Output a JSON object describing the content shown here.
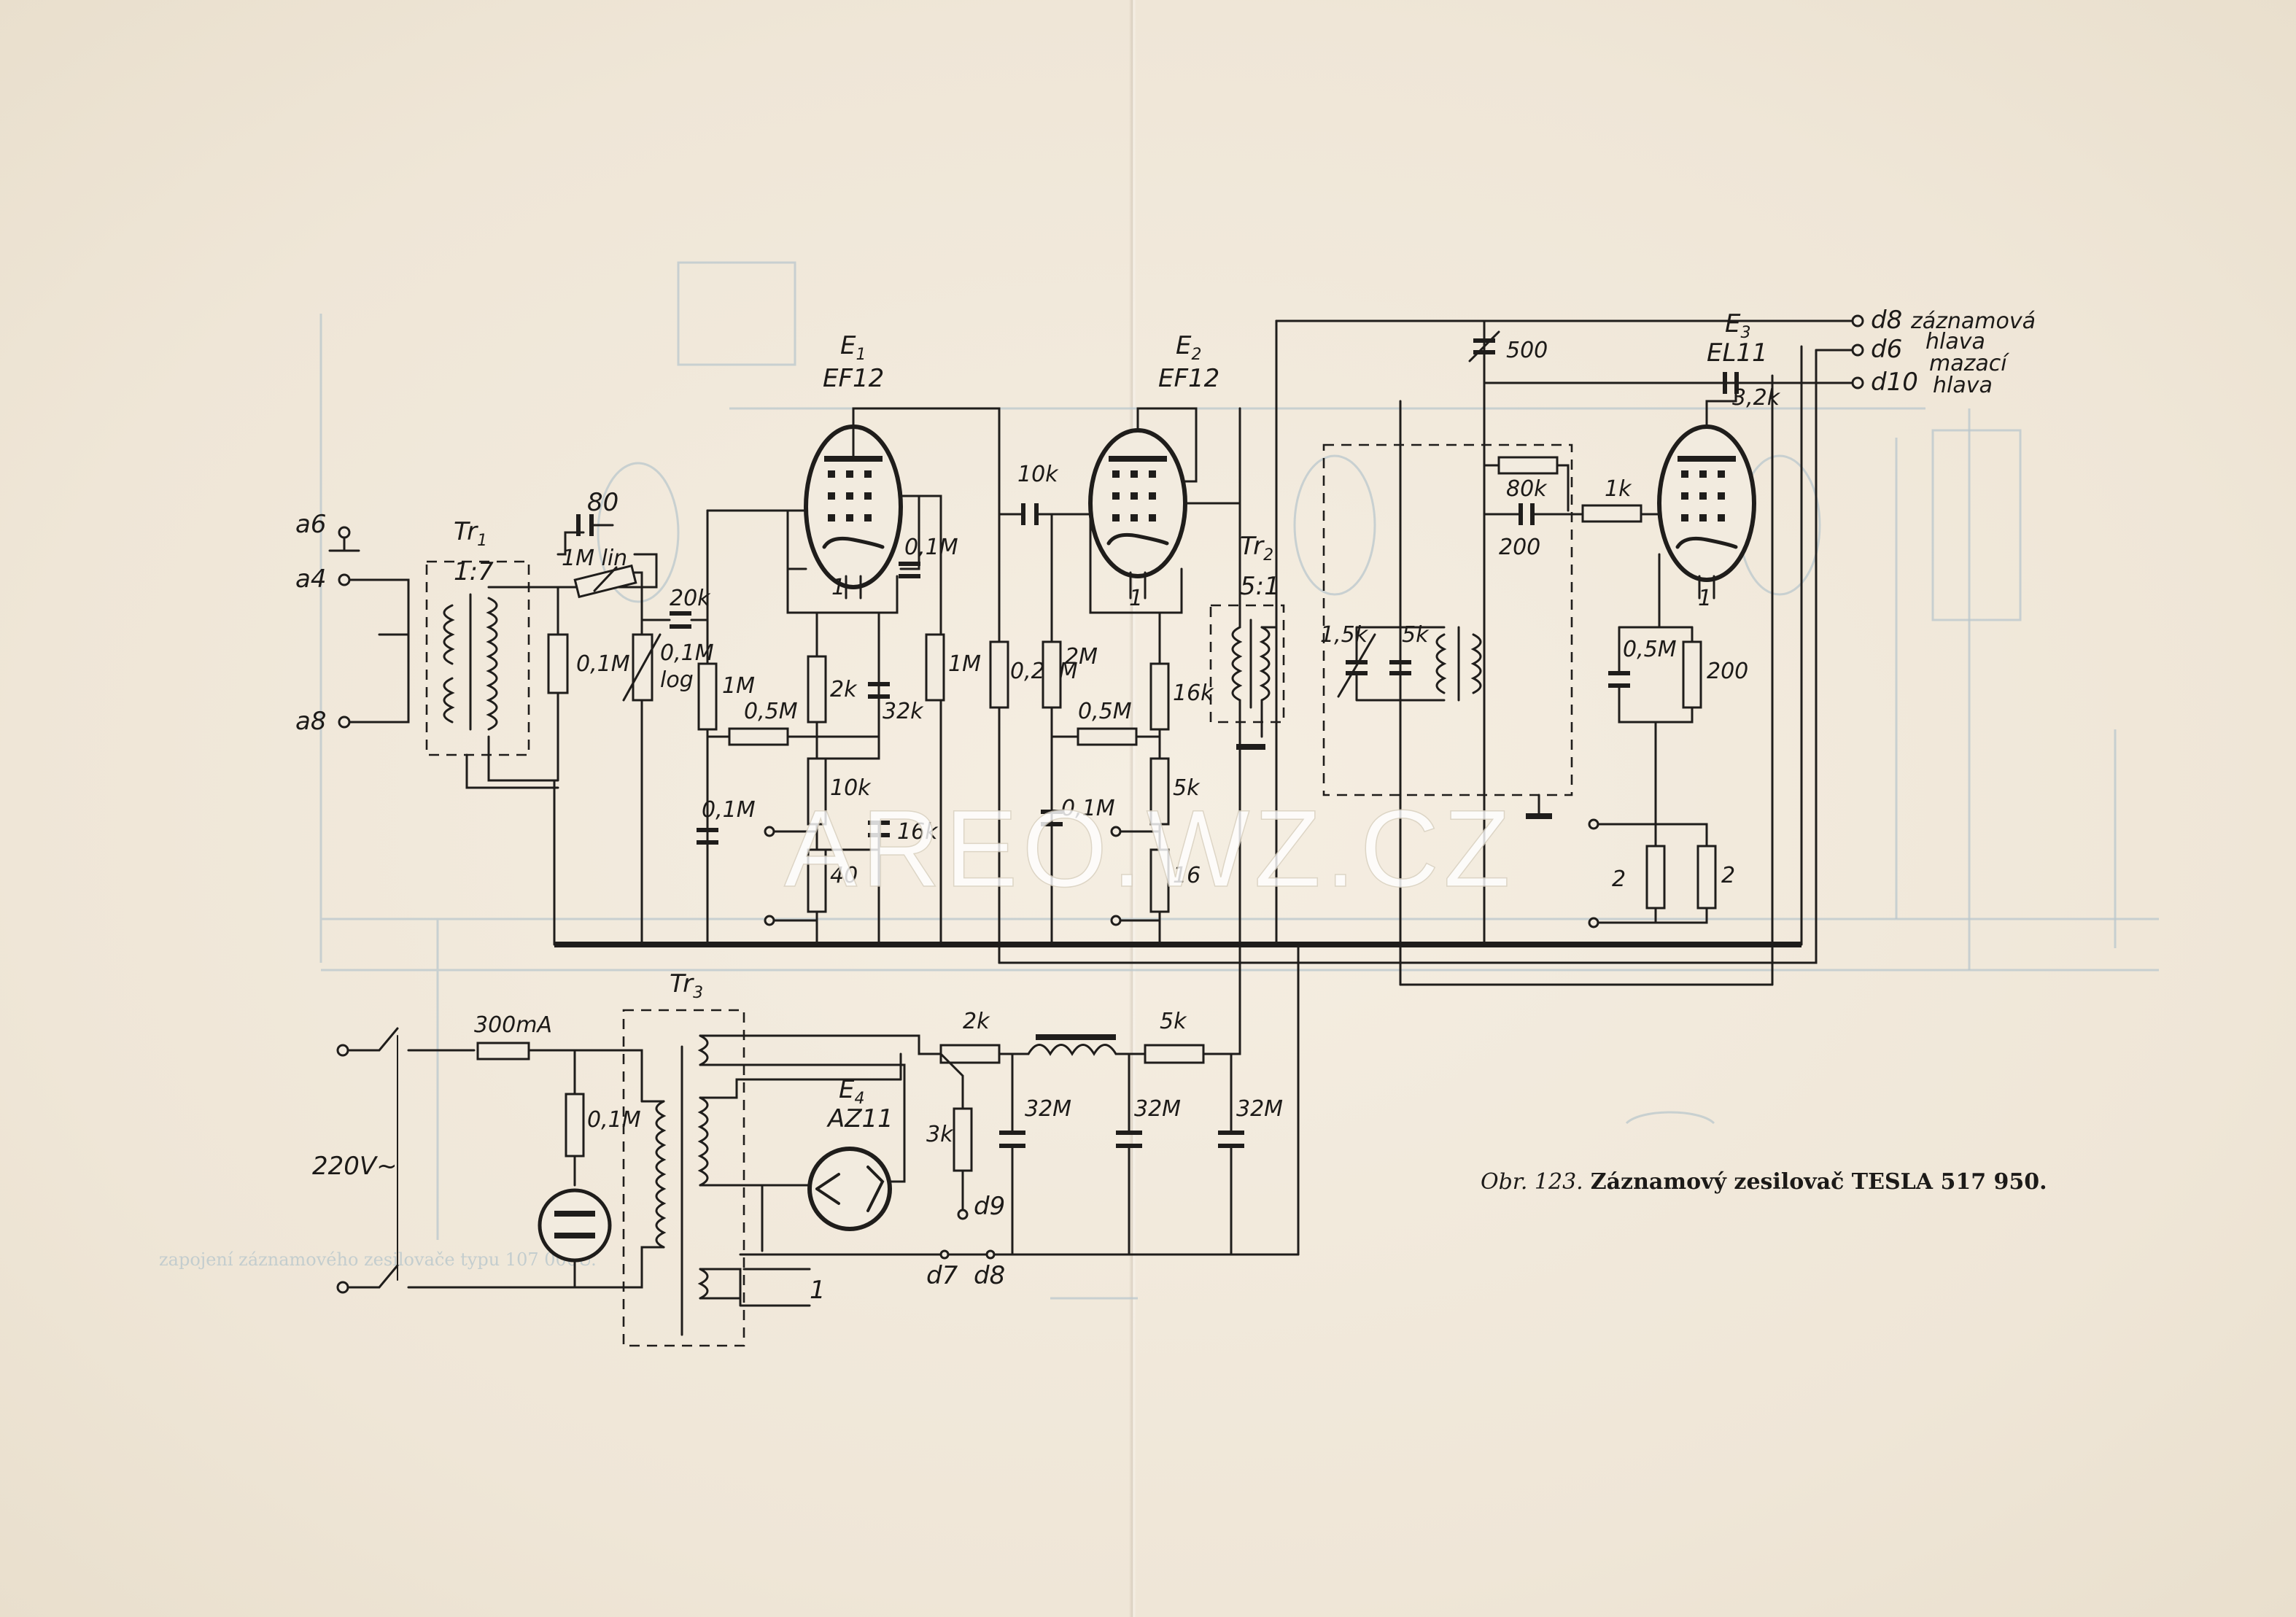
{
  "watermark": "AREO.WZ.CZ",
  "caption": {
    "prefix": "Obr. 123.",
    "text": "Záznamový zesilovač TESLA 517 950."
  },
  "ghost_caption": "zapojení záznamového zesilovače typu 107 000U.",
  "tubes": {
    "e1": {
      "ref": "E",
      "sub": "1",
      "type": "EF12"
    },
    "e2": {
      "ref": "E",
      "sub": "2",
      "type": "EF12"
    },
    "e3": {
      "ref": "E",
      "sub": "3",
      "type": "EL11"
    },
    "e4": {
      "ref": "E",
      "sub": "4",
      "type": "AZ11"
    }
  },
  "transformers": {
    "tr1": {
      "ref": "Tr",
      "sub": "1",
      "ratio": "1:7"
    },
    "tr2": {
      "ref": "Tr",
      "sub": "2",
      "ratio": "5:1"
    },
    "tr3": {
      "ref": "Tr",
      "sub": "3"
    }
  },
  "terminals": {
    "a6": "a6",
    "a4": "a4",
    "a8": "a8",
    "d8": "d8",
    "d6": "d6",
    "d10": "d10",
    "d9": "d9",
    "d7": "d7",
    "d8b": "d8"
  },
  "heads": {
    "record_1": "záznamová",
    "record_2": "hlava",
    "erase_1": "mazací",
    "erase_2": "hlava"
  },
  "components": {
    "c80": "80",
    "r1m_lin": "1M lin",
    "c20k": "20k",
    "r01m_a": "0,1M",
    "r01m_log": "0,1M",
    "log": "log",
    "r1m_a": "1M",
    "r05m_a": "0,5M",
    "c01m_a": "0,1M",
    "r2k": "2k",
    "c32k": "32k",
    "r10k": "10k",
    "c16k": "16k",
    "r40": "40",
    "c01m_b": "0,1M",
    "r1m_b": "1M",
    "c10k": "10k",
    "r025m": "0,25M",
    "r2m": "2M",
    "r05m_b": "0,5M",
    "c01m_c": "0,1M",
    "r16k": "16k",
    "r5k_a": "5k",
    "r16": "16",
    "c500": "500",
    "r80k": "80k",
    "c200": "200",
    "r1k": "1k",
    "c32k_b": "3,2k",
    "c15k": "1,5k",
    "c5k": "5k",
    "c05m": "0,5M",
    "r200": "200",
    "r2_a": "2",
    "r2_b": "2",
    "fuse": "300mA",
    "mains": "220V~",
    "r01m_neon": "0,1M",
    "r2k_psu": "2k",
    "r5k_psu": "5k",
    "r3k": "3k",
    "c32m_a": "32M",
    "c32m_b": "32M",
    "c32m_c": "32M",
    "heater": "1"
  },
  "pin_labels": {
    "p1": "1",
    "p2": "1",
    "p3": "1"
  }
}
